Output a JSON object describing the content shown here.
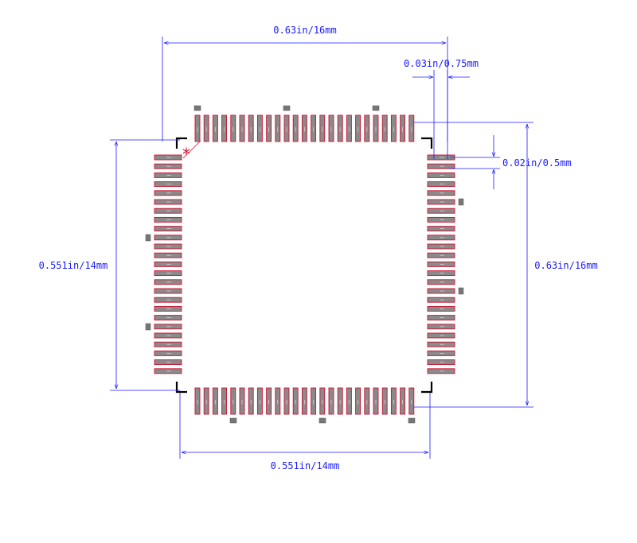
{
  "diagram": {
    "type": "qfp-footprint",
    "pins_per_side": 25,
    "colors": {
      "dimension": "#1a1aff",
      "pad_fill": "#8a8a8a",
      "pad_outline": "#d01030",
      "outline": "#000000",
      "pin1_marker": "#d01030",
      "aux_pad": "#777777"
    }
  },
  "dimensions": {
    "overall_width": "0.63in/16mm",
    "pad_length": "0.03in/0.75mm",
    "pitch": "0.02in/0.5mm",
    "body_height": "0.551in/14mm",
    "overall_height": "0.63in/16mm",
    "body_width": "0.551in/14mm"
  },
  "pin1_marker": {
    "icon": "asterisk",
    "glyph": "*"
  }
}
